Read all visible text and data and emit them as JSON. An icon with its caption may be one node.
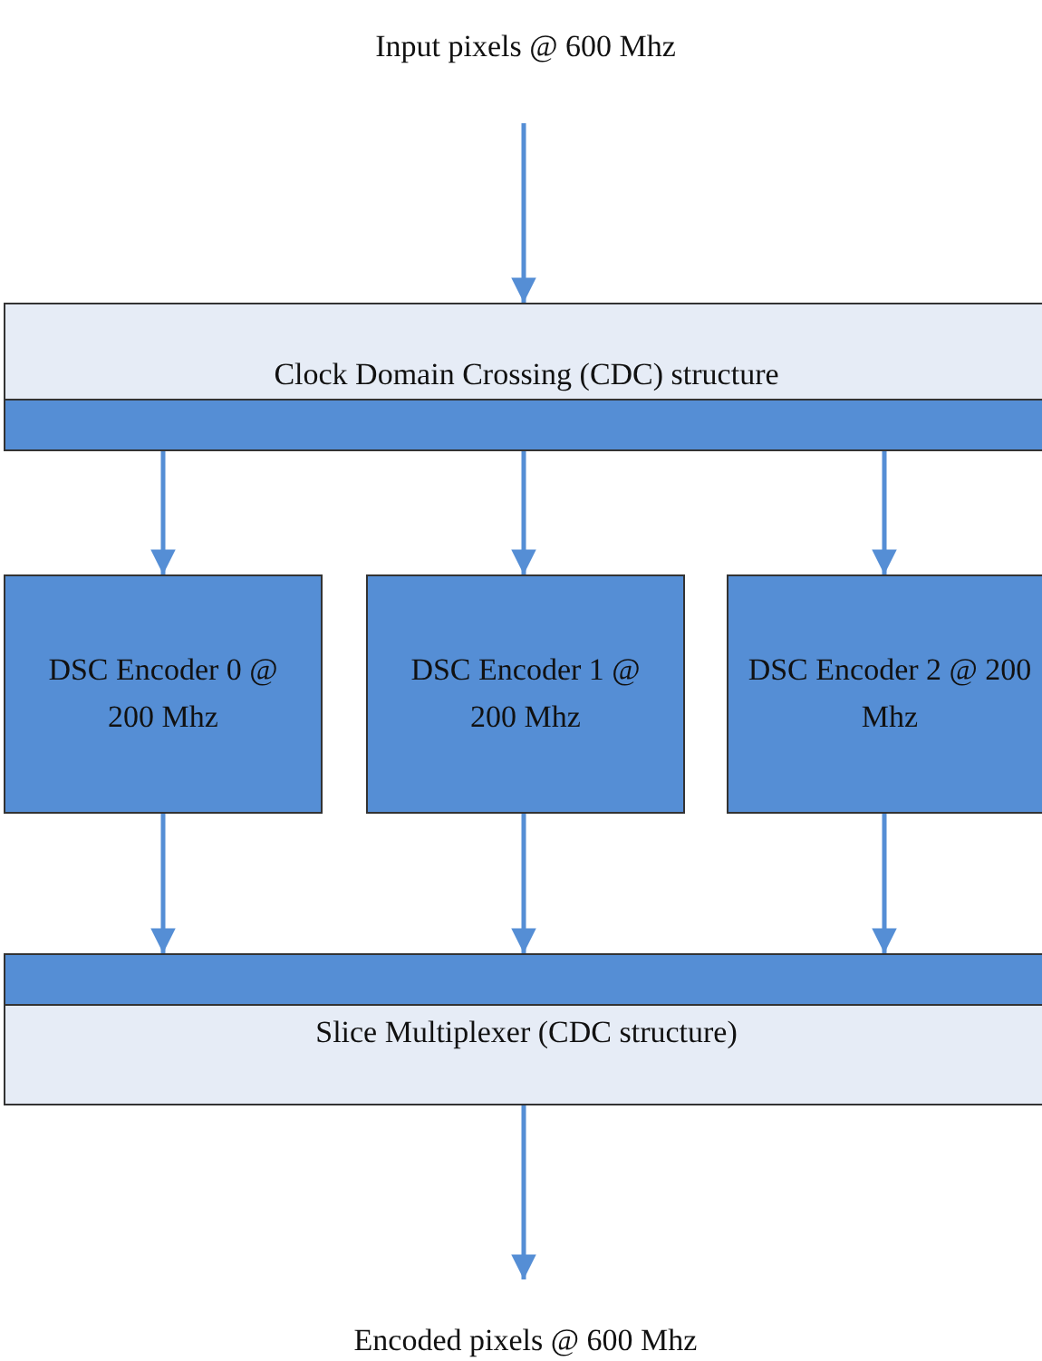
{
  "diagram": {
    "nodes": [
      {
        "text": [
          "Input pixels @ 600 Mhz"
        ]
      },
      {
        "text": [
          "Clock Domain Crossing (CDC) structure"
        ]
      },
      {
        "text": [
          "DSC Encoder 0 @ 200 Mhz"
        ]
      },
      {
        "text": [
          "DSC Encoder 1 @ 200 Mhz"
        ]
      },
      {
        "text": [
          "DSC Encoder 2 @ 200 Mhz"
        ]
      },
      {
        "text": [
          "Slice Multiplexer (CDC structure)"
        ]
      },
      {
        "text": [
          "Encoded pixels @ 600 Mhz"
        ]
      }
    ],
    "edges": [
      {
        "from": 0,
        "to": 1,
        "arrow": "to"
      },
      {
        "from": 1,
        "to": 2,
        "arrow": "to"
      },
      {
        "from": 1,
        "to": 3,
        "arrow": "to"
      },
      {
        "from": 1,
        "to": 4,
        "arrow": "to"
      },
      {
        "from": 2,
        "to": 5,
        "arrow": "to"
      },
      {
        "from": 3,
        "to": 5,
        "arrow": "to"
      },
      {
        "from": 4,
        "to": 5,
        "arrow": "to"
      },
      {
        "from": 5,
        "to": 6,
        "arrow": "to"
      }
    ]
  }
}
